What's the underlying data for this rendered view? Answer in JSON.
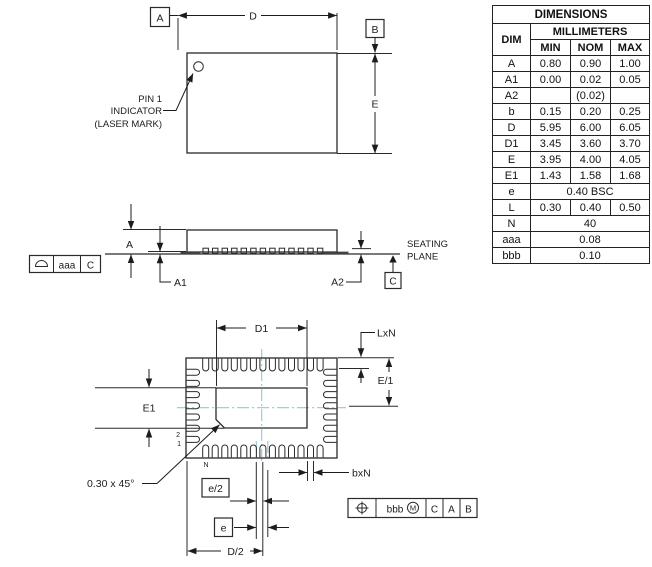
{
  "drawing": {
    "colors": {
      "line": "#2a2a2a",
      "centerline": "#89cbdb"
    },
    "top_view": {
      "datum_a": "A",
      "datum_b": "B",
      "dim_d": "D",
      "dim_e": "E",
      "pin1_note_line1": "PIN 1",
      "pin1_note_line2": "INDICATOR",
      "pin1_note_line3": "(LASER MARK)"
    },
    "side_view": {
      "dim_a": "A",
      "dim_a1": "A1",
      "dim_a2": "A2",
      "seating_plane_line1": "SEATING",
      "seating_plane_line2": "PLANE",
      "datum_c": "C",
      "flatness_fcf": {
        "symbol": "profile-of-surface",
        "tolerance": "aaa",
        "datum": "C"
      }
    },
    "bottom_view": {
      "dim_d1": "D1",
      "lead_length": "LxN",
      "dim_e_over_1": "E/1",
      "dim_e1": "E1",
      "pin2": "2",
      "pin1": "1",
      "pin_n": "N",
      "chamfer_note": "0.30 x 45°",
      "dim_e_half": "e/2",
      "dim_e": "e",
      "dim_d_half": "D/2",
      "lead_width": "bxN",
      "position_fcf": {
        "symbol": "position",
        "tolerance": "bbb",
        "modifier": "M",
        "datum1": "C",
        "datum2": "A",
        "datum3": "B"
      }
    }
  },
  "table": {
    "title": "DIMENSIONS",
    "units_header": "MILLIMETERS",
    "dim_header": "DIM",
    "col_min": "MIN",
    "col_nom": "NOM",
    "col_max": "MAX",
    "rows": [
      {
        "dim": "A",
        "min": "0.80",
        "nom": "0.90",
        "max": "1.00"
      },
      {
        "dim": "A1",
        "min": "0.00",
        "nom": "0.02",
        "max": "0.05"
      },
      {
        "dim": "A2",
        "min": "",
        "nom": "(0.02)",
        "max": ""
      },
      {
        "dim": "b",
        "min": "0.15",
        "nom": "0.20",
        "max": "0.25"
      },
      {
        "dim": "D",
        "min": "5.95",
        "nom": "6.00",
        "max": "6.05"
      },
      {
        "dim": "D1",
        "min": "3.45",
        "nom": "3.60",
        "max": "3.70"
      },
      {
        "dim": "E",
        "min": "3.95",
        "nom": "4.00",
        "max": "4.05"
      },
      {
        "dim": "E1",
        "min": "1.43",
        "nom": "1.58",
        "max": "1.68"
      },
      {
        "dim": "e",
        "span": "0.40 BSC"
      },
      {
        "dim": "L",
        "min": "0.30",
        "nom": "0.40",
        "max": "0.50"
      },
      {
        "dim": "N",
        "span": "40"
      },
      {
        "dim": "aaa",
        "span": "0.08"
      },
      {
        "dim": "bbb",
        "span": "0.10"
      }
    ]
  }
}
